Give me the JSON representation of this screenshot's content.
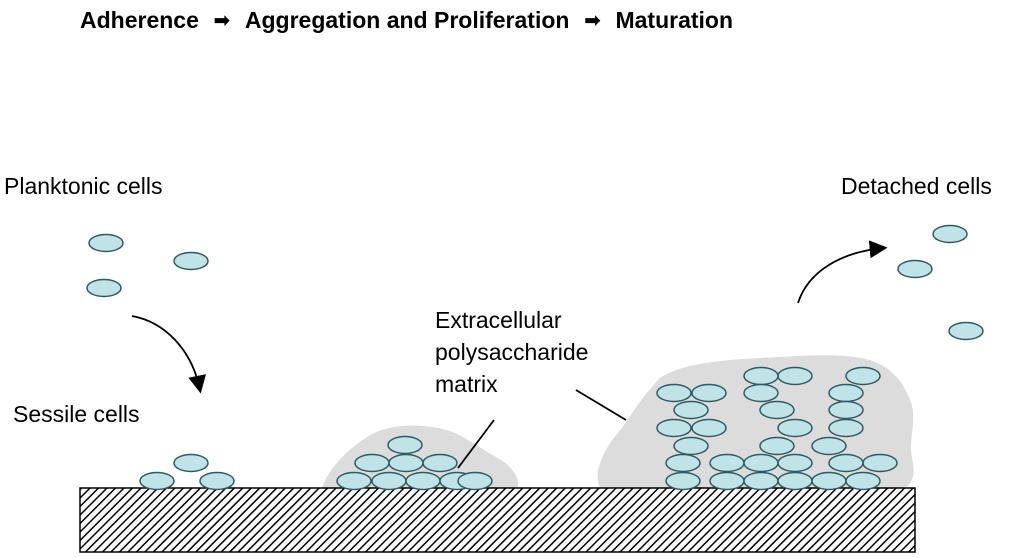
{
  "header": {
    "stage_1": "Adherence",
    "stage_2": "Aggregation and Proliferation",
    "stage_3": "Maturation",
    "arrow_glyph": "➡"
  },
  "labels": {
    "planktonic": "Planktonic cells",
    "sessile": "Sessile cells",
    "detached": "Detached cells",
    "eps_line1": "Extracellular",
    "eps_line2": "polysaccharide",
    "eps_line3": "matrix"
  },
  "colors": {
    "cell_fill": "#bfe3e6",
    "cell_stroke": "#2f5a62",
    "matrix_fill": "#dcdcdc",
    "surface_hatch": "#000000"
  }
}
